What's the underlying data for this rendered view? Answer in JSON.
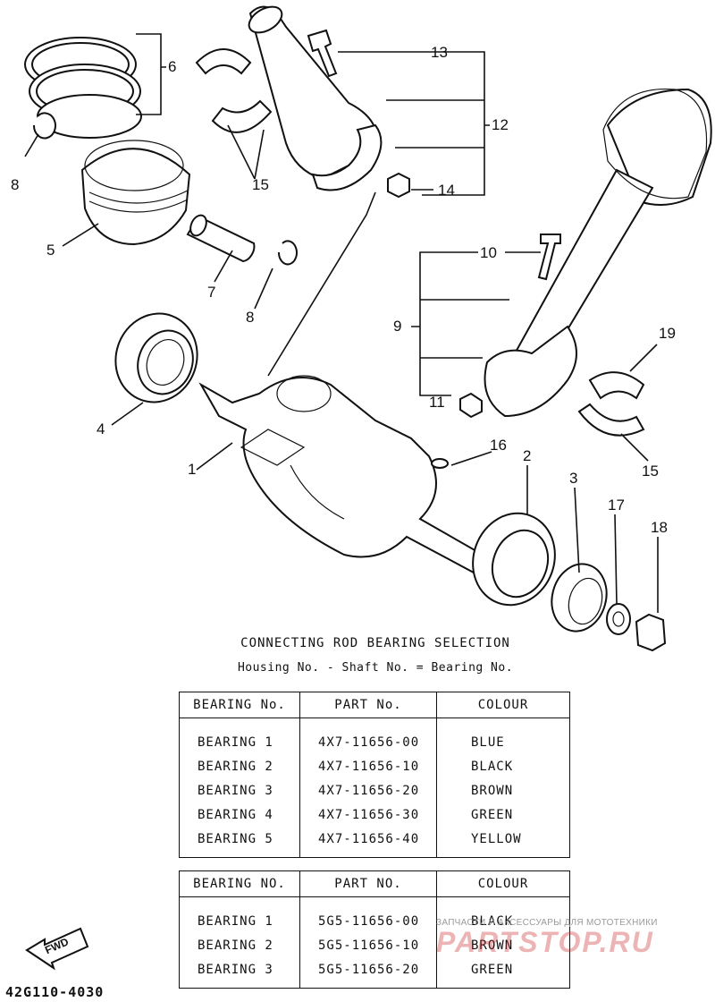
{
  "callouts": {
    "c1": "1",
    "c2": "2",
    "c3": "3",
    "c4": "4",
    "c5": "5",
    "c6": "6",
    "c7": "7",
    "c8a": "8",
    "c8b": "8",
    "c9": "9",
    "c10": "10",
    "c11": "11",
    "c12": "12",
    "c13": "13",
    "c14": "14",
    "c15a": "15",
    "c15b": "15",
    "c16": "16",
    "c17": "17",
    "c18": "18",
    "c19": "19"
  },
  "fwd_label": "FWD",
  "selection": {
    "title": "CONNECTING ROD BEARING SELECTION",
    "formula": "Housing No. - Shaft No. = Bearing No."
  },
  "table1": {
    "headers": [
      "BEARING No.",
      "PART No.",
      "COLOUR"
    ],
    "rows": [
      [
        "BEARING 1",
        "4X7-11656-00",
        "BLUE"
      ],
      [
        "BEARING 2",
        "4X7-11656-10",
        "BLACK"
      ],
      [
        "BEARING 3",
        "4X7-11656-20",
        "BROWN"
      ],
      [
        "BEARING 4",
        "4X7-11656-30",
        "GREEN"
      ],
      [
        "BEARING 5",
        "4X7-11656-40",
        "YELLOW"
      ]
    ]
  },
  "table2": {
    "headers": [
      "BEARING NO.",
      "PART NO.",
      "COLOUR"
    ],
    "rows": [
      [
        "BEARING 1",
        "5G5-11656-00",
        "BLACK"
      ],
      [
        "BEARING 2",
        "5G5-11656-10",
        "BROWN"
      ],
      [
        "BEARING 3",
        "5G5-11656-20",
        "GREEN"
      ]
    ]
  },
  "diagram_code": "42G110-4030",
  "watermark": {
    "tagline": "ЗАПЧАСТИ И АКСЕССУАРЫ ДЛЯ МОТОТЕХНИКИ",
    "logo": "PARTSTOP.RU"
  }
}
